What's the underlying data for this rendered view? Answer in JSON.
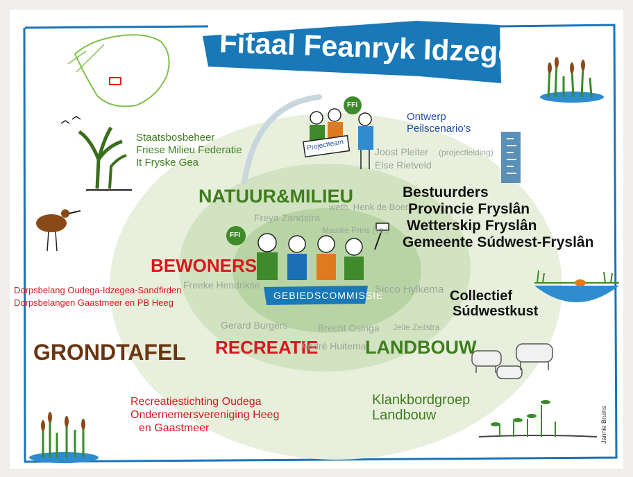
{
  "title": "Fitaal Feanryk Idzegea",
  "center": "GEBIEDSCOMMISSIE",
  "projectteam": "Projectteam",
  "ffi": "FFI",
  "groups": {
    "natuur": {
      "heading": "NATUUR&MILIEU",
      "members": [
        "Staatsbosbeheer",
        "Friese Milieu Federatie",
        "It Fryske Gea"
      ],
      "person": "Freya Zandstra"
    },
    "bewoners": {
      "heading": "BEWONERS",
      "members": [
        "Dorpsbelang Oudega-Idzegea-Sandfirden",
        "Dorpsbelangen Gaastmeer en PB Heeg"
      ],
      "person": "Freeke Hendrikse"
    },
    "recreatie": {
      "heading": "RECREATIE",
      "members": [
        "Recreatiestichting Oudega",
        "Ondernemersvereniging Heeg",
        "en Gaastmeer"
      ],
      "persons": [
        "Gerard Burgers"
      ]
    },
    "landbouw": {
      "heading": "LANDBOUW",
      "members": [
        "Klankbordgroep",
        "Landbouw"
      ],
      "persons": [
        "Brecht Osinga",
        "Jelle Zeilstra",
        "André Huitema"
      ]
    },
    "bestuurders": {
      "heading": "Bestuurders",
      "members": [
        "Provincie Fryslân",
        "Wetterskip Fryslân",
        "Gemeente Súdwest-Fryslân"
      ]
    },
    "collectief": [
      "Collectief",
      "Súdwestkust"
    ],
    "grondtafel": "GRONDTAFEL",
    "ontwerp": [
      "Ontwerp",
      "Peilscenario's"
    ]
  },
  "people": {
    "projectleiding": [
      "Joost Pleiter",
      "(projectleiding)",
      "Else Rietveld"
    ],
    "henk": "weth. Henk de Boer",
    "maaike": "Maaike Prins (vz.)",
    "sicco": "Sicco Hylkema"
  },
  "signature": "Jannie Bruins",
  "colors": {
    "accent_blue": "#1878b8",
    "border_blue": "#1a73b8",
    "ring_outer": "#e6efd9",
    "ring_mid": "#cfe1bd",
    "ring_inner": "#b4d29f",
    "ring_core": "#8fbe78"
  }
}
